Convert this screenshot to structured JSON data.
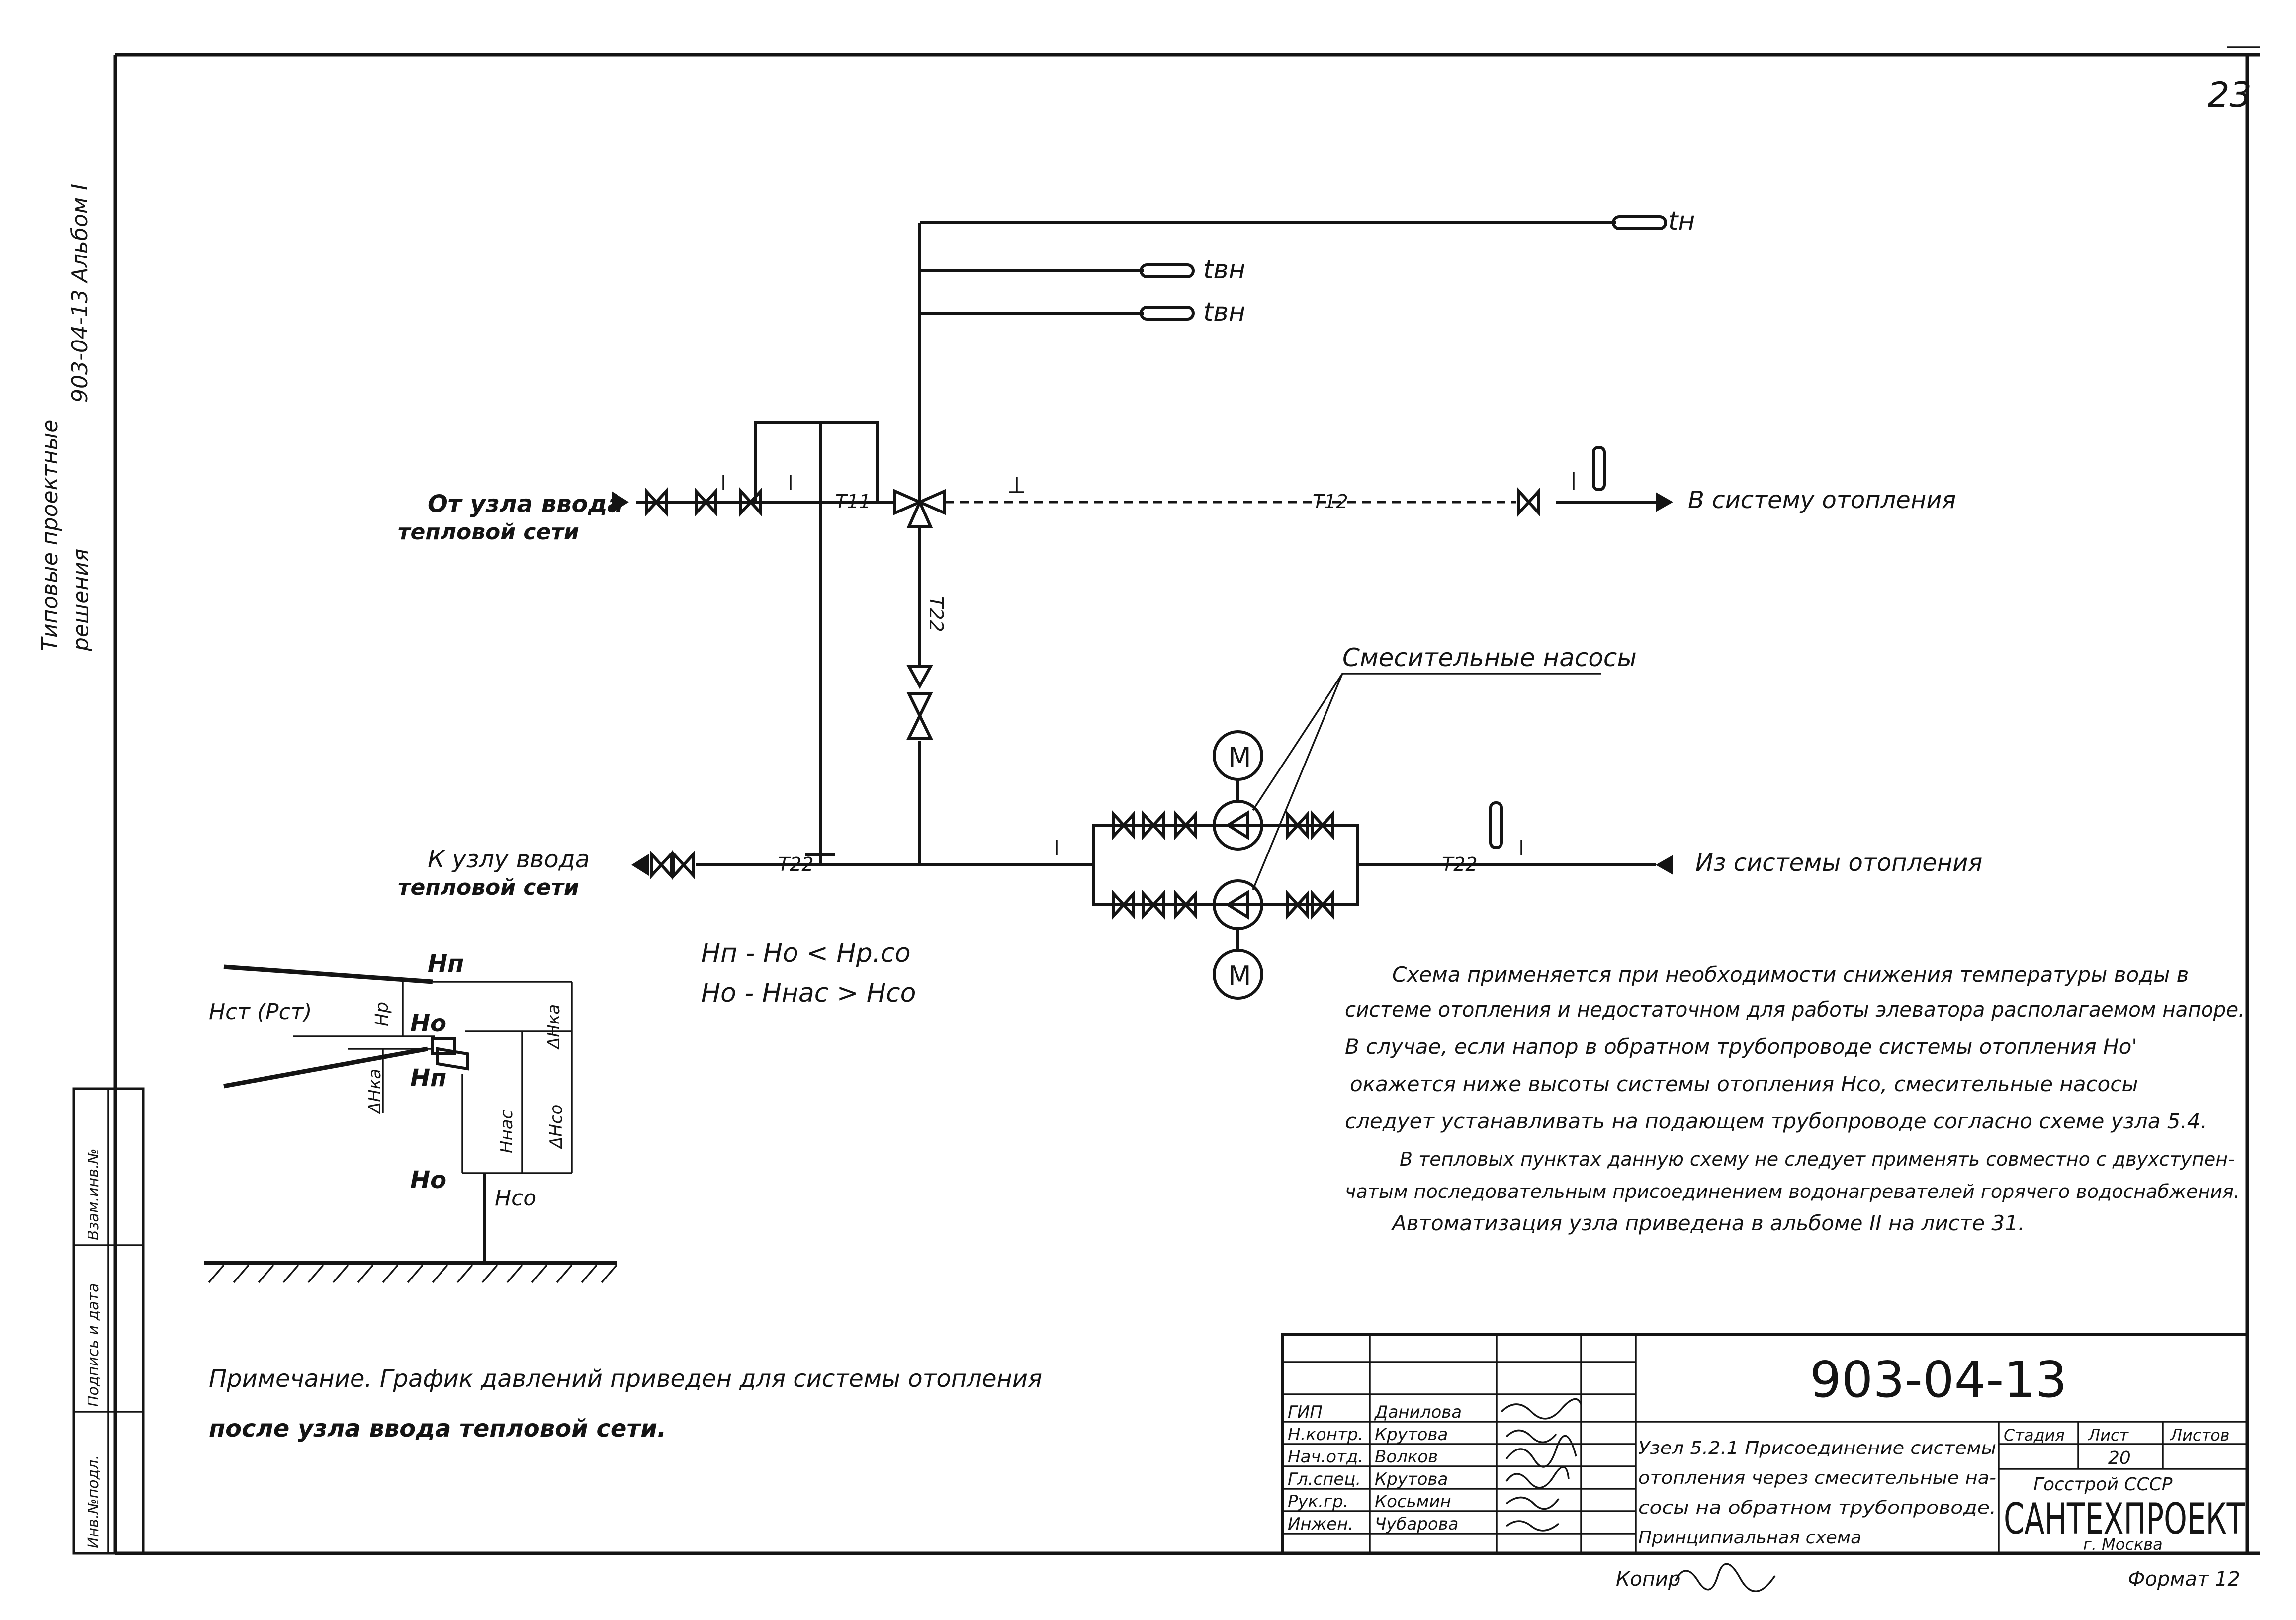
{
  "sheet_number": "23",
  "margin_title": {
    "line1": "Типовые проектные",
    "line2": "решения",
    "line3": "903-04-13  Альбом I"
  },
  "stamp_left": {
    "c1": "Инв.№подл.",
    "c2": "Подпись и дата",
    "c3": "Взам.инв.№"
  },
  "sensors": {
    "tn": "tн",
    "tvn1": "tвн",
    "tvn2": "tвн"
  },
  "labels": {
    "from_network": [
      "От узла ввода",
      "тепловой сети"
    ],
    "to_network": [
      "К узлу ввода",
      "тепловой сети"
    ],
    "to_heating": "В систему отопления",
    "from_heating": "Из системы отопления",
    "mixing_pumps": "Смесительные насосы",
    "pipe_t11": "Т11",
    "pipe_t12": "Т12",
    "pipe_t22_vertical": "Т22",
    "pipe_t22_left": "Т22",
    "pipe_t22_right": "Т22",
    "motor_top": "М",
    "motor_bottom": "М"
  },
  "formulas": {
    "f1": "Нп - Но < Нр.со",
    "f2": "Но - Ннас > Нсо"
  },
  "pressure_graph": {
    "hst": "Нст (Рст)",
    "hp_level": "Нп",
    "ho_level": "Но",
    "hn_prime": "Нп",
    "ho_prime": "Но",
    "hr": "Нр",
    "dhka_right": "ΔНка",
    "dhka_left": "ΔНка",
    "hnas": "Ннас",
    "dhco": "ΔНсо",
    "hco": "Нсо"
  },
  "notes": {
    "p1": [
      "Схема применяется при необходимости снижения температуры воды в",
      "системе отопления и недостаточном для работы элеватора располагаемом напоре.",
      "В случае, если напор в обратном трубопроводе системы отопления Но'",
      "окажется ниже высоты системы отопления Нсо, смесительные насосы",
      "следует устанавливать на подающем трубопроводе согласно схеме узла 5.4."
    ],
    "p2": [
      "В тепловых пунктах данную схему не следует применять совместно с двухступен-",
      "чатым последовательным присоединением водонагревателей горячего водоснабжения.",
      "Автоматизация узла приведена в альбоме II на листе 31."
    ]
  },
  "footnote": {
    "line1": "Примечание. График давлений приведен для системы отопления",
    "line2": "после узла ввода тепловой сети."
  },
  "title_block": {
    "doc_code": "903-04-13",
    "roles": [
      "ГИП",
      "Н.контр.",
      "Нач.отд.",
      "Гл.спец.",
      "Рук.гр.",
      "Инжен."
    ],
    "names": [
      "Данилова",
      "Крутова",
      "Волков",
      "Крутова",
      "Косьмин",
      "Чубарова"
    ],
    "title_lines": [
      "Узел 5.2.1 Присоединение системы",
      "отопления через смесительные на-",
      "сосы на обратном трубопроводе.",
      "Принципиальная схема"
    ],
    "stage_header": "Стадия",
    "sheet_header": "Лист",
    "sheets_header": "Листов",
    "sheet_value": "20",
    "org1": "Госстрой СССР",
    "org2": "САНТЕХПРОЕКТ",
    "org3": "г. Москва"
  },
  "copied_label": "Копир",
  "format_label": "Формат 12"
}
